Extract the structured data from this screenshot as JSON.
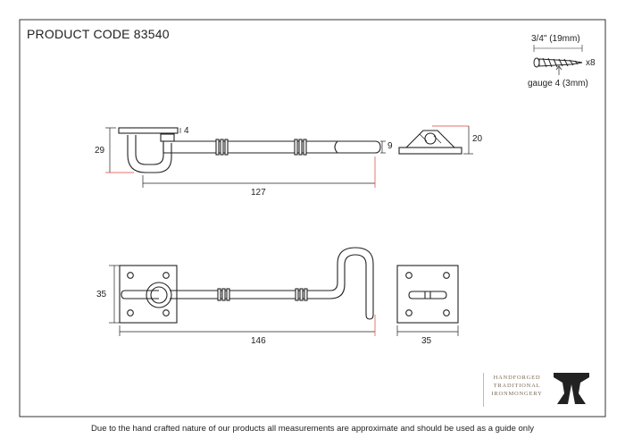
{
  "product_code": "PRODUCT CODE 83540",
  "screw": {
    "length": "3/4\" (19mm)",
    "quantity": "x8",
    "gauge": "gauge 4 (3mm)"
  },
  "dimensions": {
    "side_height": "29",
    "plate_thickness": "4",
    "bar_diameter": "9",
    "side_length": "127",
    "eye_plate_height": "20",
    "front_height": "35",
    "front_length": "146",
    "eye_width": "35"
  },
  "brand": {
    "line1": "HANDFORGED",
    "line2": "TRADITIONAL",
    "line3": "IRONMONGERY"
  },
  "footer": "Due to the hand crafted nature of our products all measurements are approximate and should be used as a guide only",
  "colors": {
    "line": "#222222",
    "dimension_accent": "#e0403a",
    "border": "#333333"
  }
}
